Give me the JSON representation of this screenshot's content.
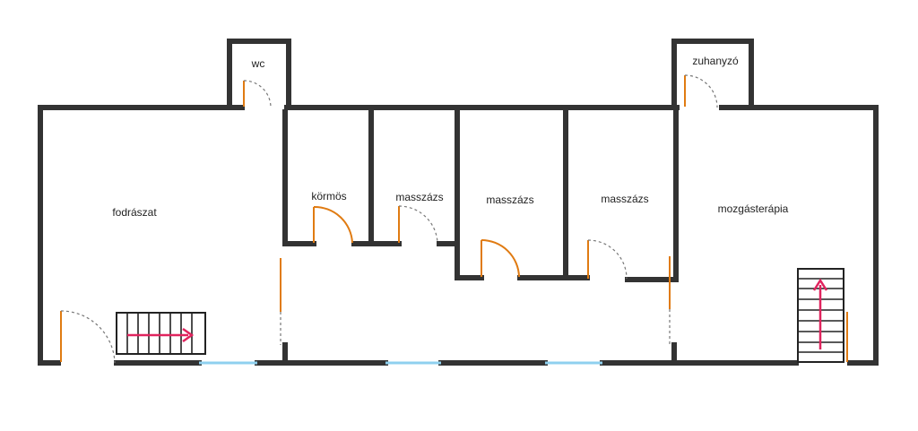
{
  "rooms": {
    "wc": "wc",
    "zuhanyzo": "zuhanyzó",
    "fodraszat": "fodrászat",
    "kormos": "körmös",
    "masszazs1": "masszázs",
    "masszazs2": "masszázs",
    "masszazs3": "masszázs",
    "mozgasterapia": "mozgásterápia"
  },
  "colors": {
    "wall": "#333333",
    "door": "#e07b12",
    "window": "#8fd0ef",
    "arrow": "#e0245e"
  }
}
